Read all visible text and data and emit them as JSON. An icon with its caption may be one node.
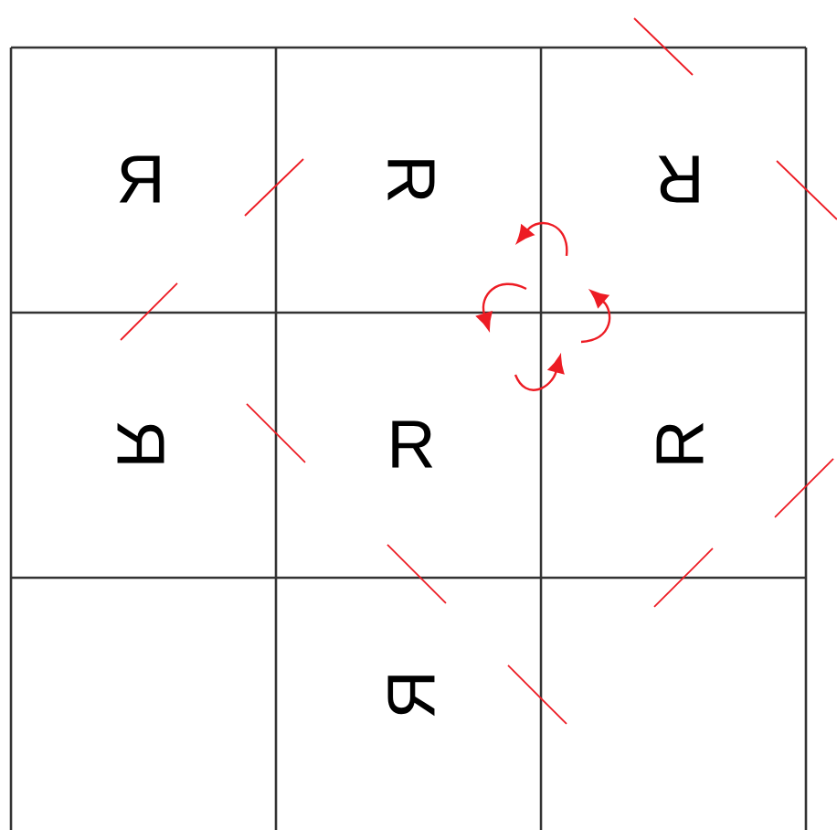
{
  "diagram": {
    "labels": [
      "R",
      "R",
      "R",
      "R",
      "R",
      "R",
      "R"
    ]
  }
}
